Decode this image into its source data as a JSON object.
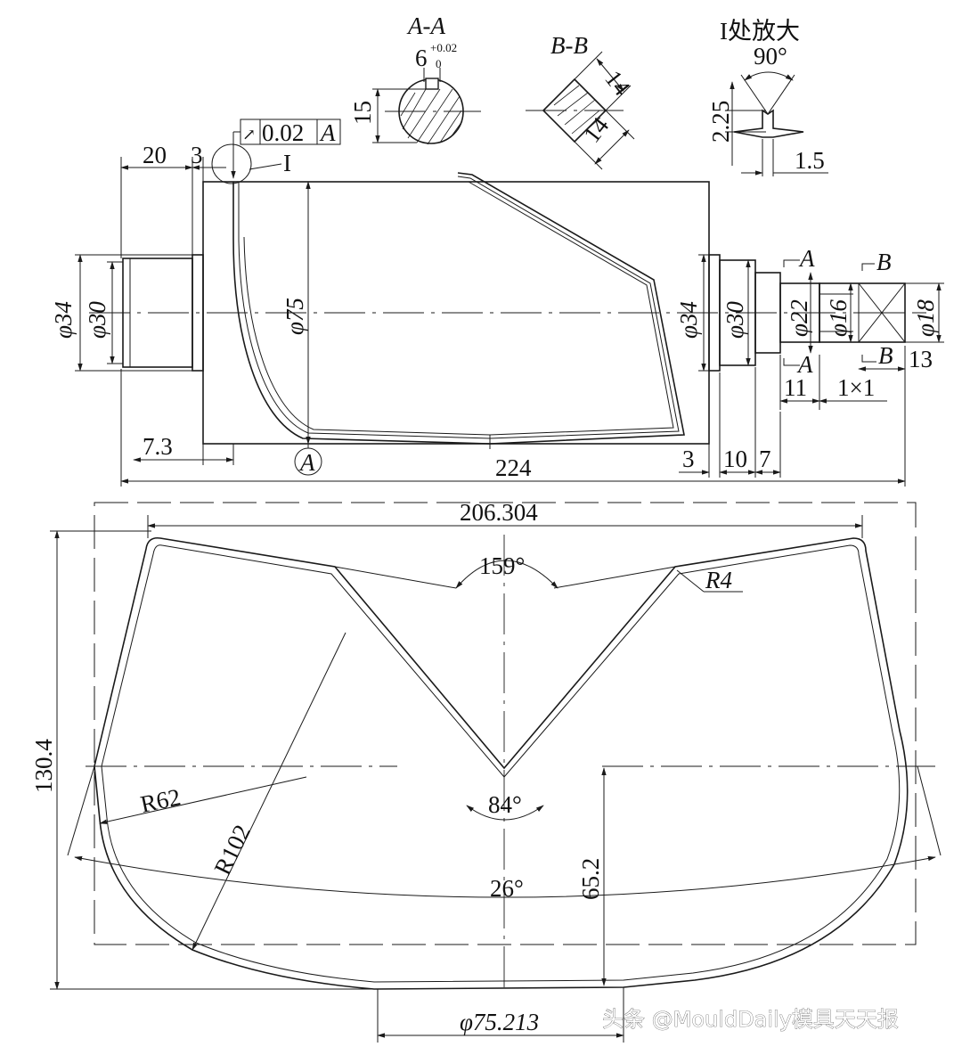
{
  "drawing": {
    "section_aa": {
      "title": "A-A",
      "width_dim": "6",
      "tol_upper": "+0.02",
      "tol_lower": "0",
      "height_dim": "15"
    },
    "section_bb": {
      "title": "B-B",
      "dim_top": "14",
      "dim_bottom": "14"
    },
    "detail_i": {
      "title": "I处放大",
      "angle": "90°",
      "depth": "2.25",
      "width": "1.5"
    },
    "tolerance_frame": {
      "value": "0.02",
      "datum": "A"
    },
    "detail_marker": "I",
    "top_dims": {
      "d20": "20",
      "d3": "3"
    },
    "diameters": {
      "left_outer": "φ34",
      "left_inner": "φ30",
      "main": "φ75",
      "right_outer": "φ34",
      "right_inner": "φ30",
      "d22": "φ22",
      "d16": "φ16",
      "d18": "φ18"
    },
    "section_markers": {
      "a_top": "A",
      "a_bottom": "A",
      "b_top": "B",
      "b_bottom": "B"
    },
    "right_dims": {
      "d11": "11",
      "chamfer": "1×1",
      "d13": "13"
    },
    "bottom_dims": {
      "d7_3": "7.3",
      "datum_a": "A",
      "total": "224",
      "d3": "3",
      "d10": "10",
      "d7": "7"
    },
    "development": {
      "width": "206.304",
      "height": "130.4",
      "angle_top": "159°",
      "fillet": "R4",
      "radius_small": "R62",
      "radius_large": "R102",
      "angle_v": "84°",
      "angle_bottom": "26°",
      "half_height": "65.2",
      "bottom_width": "φ75.213"
    },
    "watermark": "头条 @MouldDaily模具天天报"
  }
}
